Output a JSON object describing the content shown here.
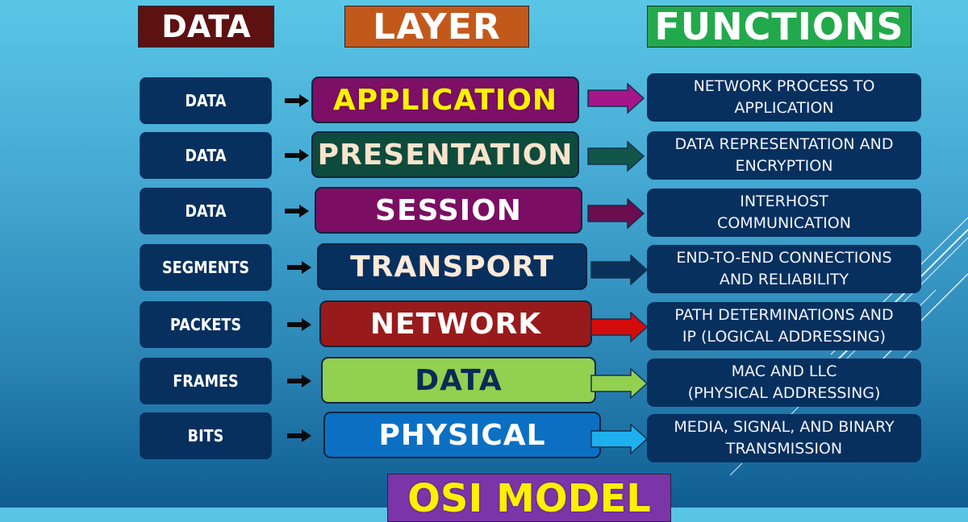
{
  "headers": {
    "data": "DATA",
    "layer": "LAYER",
    "functions": "FUNCTIONS"
  },
  "rows": [
    {
      "pdu": "DATA",
      "layer": "APPLICATION",
      "layer_bg": "#7d0f66",
      "layer_fg": "#fff200",
      "arrow_color": "#a5168b",
      "function_line1": "NETWORK PROCESS TO",
      "function_line2": "APPLICATION"
    },
    {
      "pdu": "DATA",
      "layer": "PRESENTATION",
      "layer_bg": "#0e4b3c",
      "layer_fg": "#fbe3cc",
      "arrow_color": "#12564a",
      "function_line1": "DATA REPRESENTATION AND",
      "function_line2": "ENCRYPTION"
    },
    {
      "pdu": "DATA",
      "layer": "SESSION",
      "layer_bg": "#7b0e63",
      "layer_fg": "#ffffff",
      "arrow_color": "#6b0d4e",
      "function_line1": "INTERHOST",
      "function_line2": "COMMUNICATION"
    },
    {
      "pdu": "SEGMENTS",
      "layer": "TRANSPORT",
      "layer_bg": "#07305f",
      "layer_fg": "#fde9d8",
      "arrow_color": "#0a3159",
      "function_line1": "END-TO-END CONNECTIONS",
      "function_line2": "AND RELIABILITY"
    },
    {
      "pdu": "PACKETS",
      "layer": "NETWORK",
      "layer_bg": "#991a1a",
      "layer_fg": "#ffffff",
      "arrow_color": "#d40c0c",
      "function_line1": "PATH DETERMINATIONS AND",
      "function_line2": "IP (LOGICAL ADDRESSING)"
    },
    {
      "pdu": "FRAMES",
      "layer": "DATA",
      "layer_bg": "#92d050",
      "layer_fg": "#0c2a55",
      "arrow_color": "#92d050",
      "function_line1": "MAC AND LLC",
      "function_line2": "(PHYSICAL ADDRESSING)"
    },
    {
      "pdu": "BITS",
      "layer": "PHYSICAL",
      "layer_bg": "#0b70c3",
      "layer_fg": "#ffffff",
      "arrow_color": "#1eb0ee",
      "function_line1": "MEDIA, SIGNAL, AND BINARY",
      "function_line2": "TRANSMISSION"
    }
  ],
  "footer": {
    "title": "OSI MODEL"
  },
  "colors": {
    "pdu_box": "#07305f",
    "function_box": "#07305f",
    "small_arrow": "#0a0a0a"
  }
}
